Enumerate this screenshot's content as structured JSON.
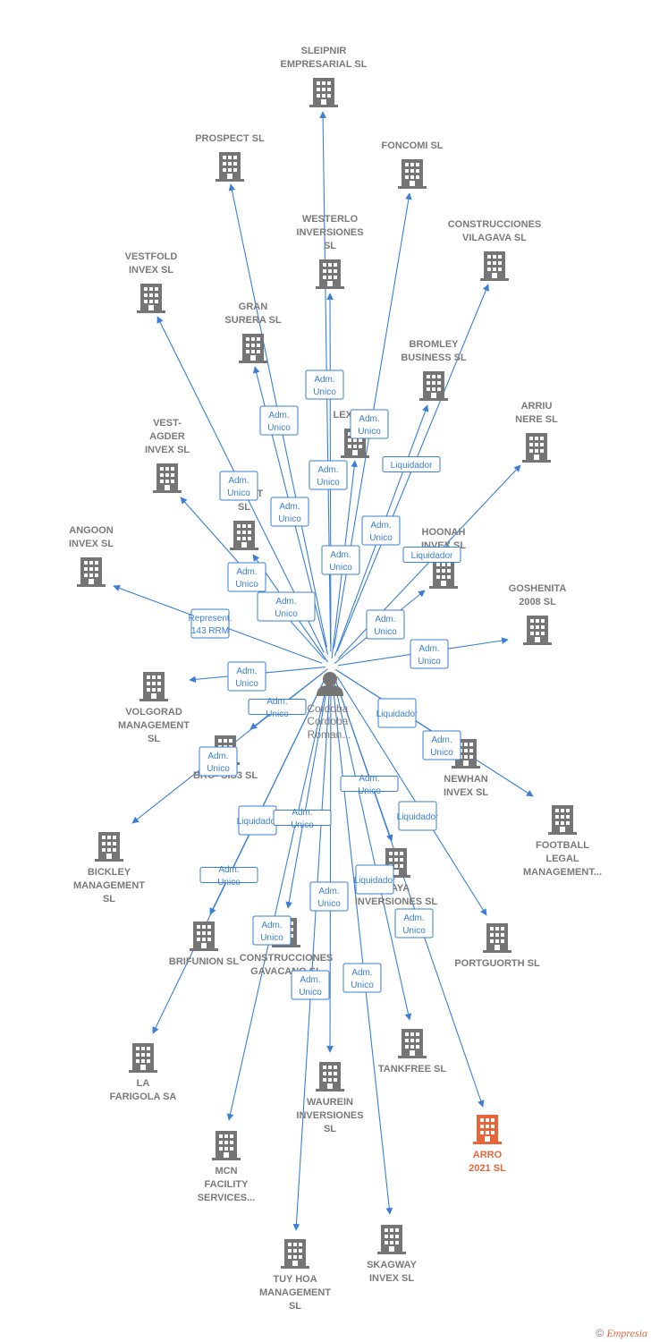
{
  "center": {
    "lines": [
      "Cordoba",
      "Cordoba",
      "Roman..."
    ]
  },
  "colors": {
    "edge": "#3a7fd5",
    "node": "#757575",
    "highlight": "#e8653a"
  },
  "nodes": [
    {
      "id": "sleipnir",
      "lines": [
        "SLEIPNIR",
        "EMPRESARIAL SL"
      ]
    },
    {
      "id": "prospect",
      "lines": [
        "PROSPECT SL"
      ]
    },
    {
      "id": "foncomi",
      "lines": [
        "FONCOMI SL"
      ]
    },
    {
      "id": "westerlo",
      "lines": [
        "WESTERLO",
        "INVERSIONES",
        "SL"
      ]
    },
    {
      "id": "construcciones-vilagava",
      "lines": [
        "CONSTRUCCIONES",
        "VILAGAVA SL"
      ]
    },
    {
      "id": "vestfold",
      "lines": [
        "VESTFOLD",
        "INVEX  SL"
      ]
    },
    {
      "id": "gran-surera",
      "lines": [
        "GRAN",
        "SURERA SL"
      ]
    },
    {
      "id": "bromley",
      "lines": [
        "BROMLEY",
        "BUSINESS  SL"
      ]
    },
    {
      "id": "lex-ec",
      "lines": [
        "LEX EC..."
      ]
    },
    {
      "id": "arriu-nere",
      "lines": [
        "ARRIU",
        "NERE SL"
      ]
    },
    {
      "id": "vest-agder",
      "lines": [
        "VEST-",
        "AGDER",
        "INVEX  SL"
      ]
    },
    {
      "id": "e-investment",
      "lines": [
        "...E",
        "IN...ENT",
        "SL"
      ]
    },
    {
      "id": "angoon",
      "lines": [
        "ANGOON",
        "INVEX  SL"
      ]
    },
    {
      "id": "hoonah",
      "lines": [
        "HOONAH",
        "INVEX  SL"
      ]
    },
    {
      "id": "goshenita",
      "lines": [
        "GOSHENITA",
        "2008 SL"
      ]
    },
    {
      "id": "volgorad",
      "lines": [
        "VOLGORAD",
        "MANAGEMENT",
        "SL"
      ]
    },
    {
      "id": "bro-sis3",
      "lines": [
        "BRO- SIS3 SL"
      ]
    },
    {
      "id": "newhan",
      "lines": [
        "NEWHAN",
        "INVEX  SL"
      ]
    },
    {
      "id": "football-legal",
      "lines": [
        "FOOTBALL",
        "LEGAL",
        "MANAGEMENT..."
      ]
    },
    {
      "id": "bickley",
      "lines": [
        "BICKLEY",
        "MANAGEMENT",
        "SL"
      ]
    },
    {
      "id": "aya-inversiones",
      "lines": [
        "...AYA",
        "INVERSIONES SL"
      ]
    },
    {
      "id": "brifunion",
      "lines": [
        "BRIFUNION SL"
      ]
    },
    {
      "id": "construcciones-gavacano",
      "lines": [
        "CONSTRUCCIONES",
        "GAVACANO SL"
      ]
    },
    {
      "id": "portguorth",
      "lines": [
        "PORTGUORTH SL"
      ]
    },
    {
      "id": "tankfree",
      "lines": [
        "TANKFREE SL"
      ]
    },
    {
      "id": "la-farigola",
      "lines": [
        "LA",
        "FARIGOLA SA"
      ]
    },
    {
      "id": "waurein",
      "lines": [
        "WAUREIN",
        "INVERSIONES",
        "SL"
      ]
    },
    {
      "id": "arro-2021",
      "lines": [
        "ARRO",
        "2021  SL"
      ],
      "highlight": true
    },
    {
      "id": "mcn-facility",
      "lines": [
        "MCN",
        "FACILITY",
        "SERVICES..."
      ]
    },
    {
      "id": "skagway",
      "lines": [
        "SKAGWAY",
        "INVEX  SL"
      ]
    },
    {
      "id": "tuy-hoa",
      "lines": [
        "TUY HOA",
        "MANAGEMENT",
        "SL"
      ]
    }
  ],
  "relations": [
    {
      "id": "r1",
      "lines": [
        "Adm.",
        "Unico"
      ]
    },
    {
      "id": "r2",
      "lines": [
        "Adm.",
        "Unico"
      ]
    },
    {
      "id": "r3",
      "lines": [
        "Adm.",
        "Unico"
      ]
    },
    {
      "id": "r4",
      "lines": [
        "Adm.",
        "Unico"
      ]
    },
    {
      "id": "r5",
      "lines": [
        "Adm.",
        "Unico"
      ]
    },
    {
      "id": "r6",
      "lines": [
        "Liquidador"
      ]
    },
    {
      "id": "r7",
      "lines": [
        "Adm.",
        "Unico"
      ]
    },
    {
      "id": "r8",
      "lines": [
        "Adm.",
        "Unico"
      ]
    },
    {
      "id": "r9",
      "lines": [
        "Adm.",
        "Unico"
      ]
    },
    {
      "id": "r10",
      "lines": [
        "Liquidador"
      ]
    },
    {
      "id": "r11",
      "lines": [
        "Adm.",
        "Unico"
      ]
    },
    {
      "id": "r12",
      "lines": [
        "Adm.",
        "Unico"
      ]
    },
    {
      "id": "r13",
      "lines": [
        "Represent.",
        "143 RRM"
      ]
    },
    {
      "id": "r14",
      "lines": [
        "Adm.",
        "Unico"
      ]
    },
    {
      "id": "r15",
      "lines": [
        "Adm.",
        "Unico"
      ]
    },
    {
      "id": "r16",
      "lines": [
        "Adm.",
        "Unico"
      ]
    },
    {
      "id": "r17",
      "lines": [
        "Adm.",
        "Unico"
      ]
    },
    {
      "id": "r18",
      "lines": [
        "Liquidador"
      ]
    },
    {
      "id": "r19",
      "lines": [
        "Adm.",
        "Unico"
      ]
    },
    {
      "id": "r20",
      "lines": [
        "Adm.",
        "Unico"
      ]
    },
    {
      "id": "r21",
      "lines": [
        "Adm.",
        "Unico"
      ]
    },
    {
      "id": "r22",
      "lines": [
        "Liquidador"
      ]
    },
    {
      "id": "r23",
      "lines": [
        "Adm.",
        "Unico"
      ]
    },
    {
      "id": "r24",
      "lines": [
        "Liquidador"
      ]
    },
    {
      "id": "r25",
      "lines": [
        "Adm.",
        "Unico"
      ]
    },
    {
      "id": "r26",
      "lines": [
        "Adm.",
        "Unico"
      ]
    },
    {
      "id": "r27",
      "lines": [
        "Liquidador"
      ]
    },
    {
      "id": "r28",
      "lines": [
        "Adm.",
        "Unico"
      ]
    },
    {
      "id": "r29",
      "lines": [
        "Adm.",
        "Unico"
      ]
    },
    {
      "id": "r30",
      "lines": [
        "Adm.",
        "Unico"
      ]
    },
    {
      "id": "r31",
      "lines": [
        "Adm.",
        "Unico"
      ]
    },
    {
      "id": "r32",
      "lines": [
        "Adm.",
        "Unico"
      ]
    }
  ],
  "footer": {
    "copyright": "©",
    "brand": "Empresia"
  }
}
